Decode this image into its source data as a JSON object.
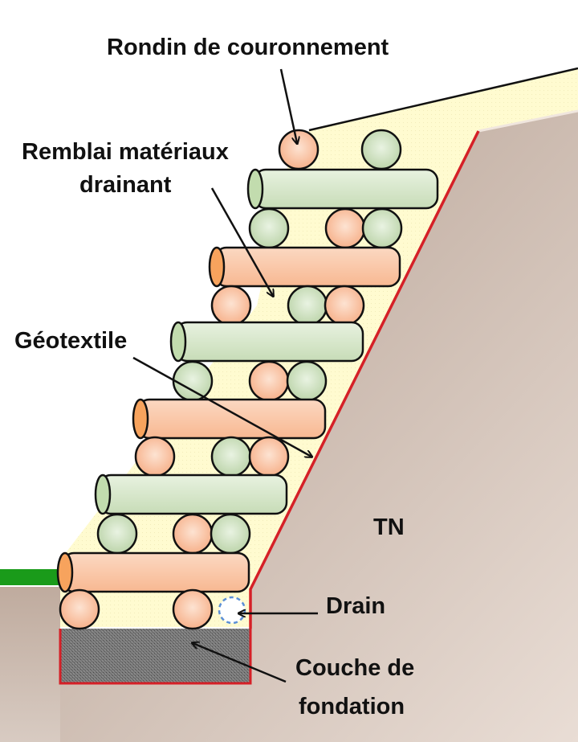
{
  "labels": {
    "rondin": "Rondin de couronnement",
    "remblai_line1": "Remblai matériaux",
    "remblai_line2": "drainant",
    "geotextile": "Géotextile",
    "tn": "TN",
    "drain": "Drain",
    "couche_line1": "Couche de",
    "couche_line2": "fondation"
  },
  "log_colors": {
    "orange": "#fbc9ac",
    "orange_end": "#f7a35d",
    "green": "#dcecd2",
    "green_end": "#c2dcae"
  },
  "colors": {
    "ground": "#c9b4a6",
    "fill": "#fffbd0",
    "geotextile": "#d52027",
    "foundation": "#777777",
    "grass": "#1a9b1a",
    "outline": "#111111"
  }
}
